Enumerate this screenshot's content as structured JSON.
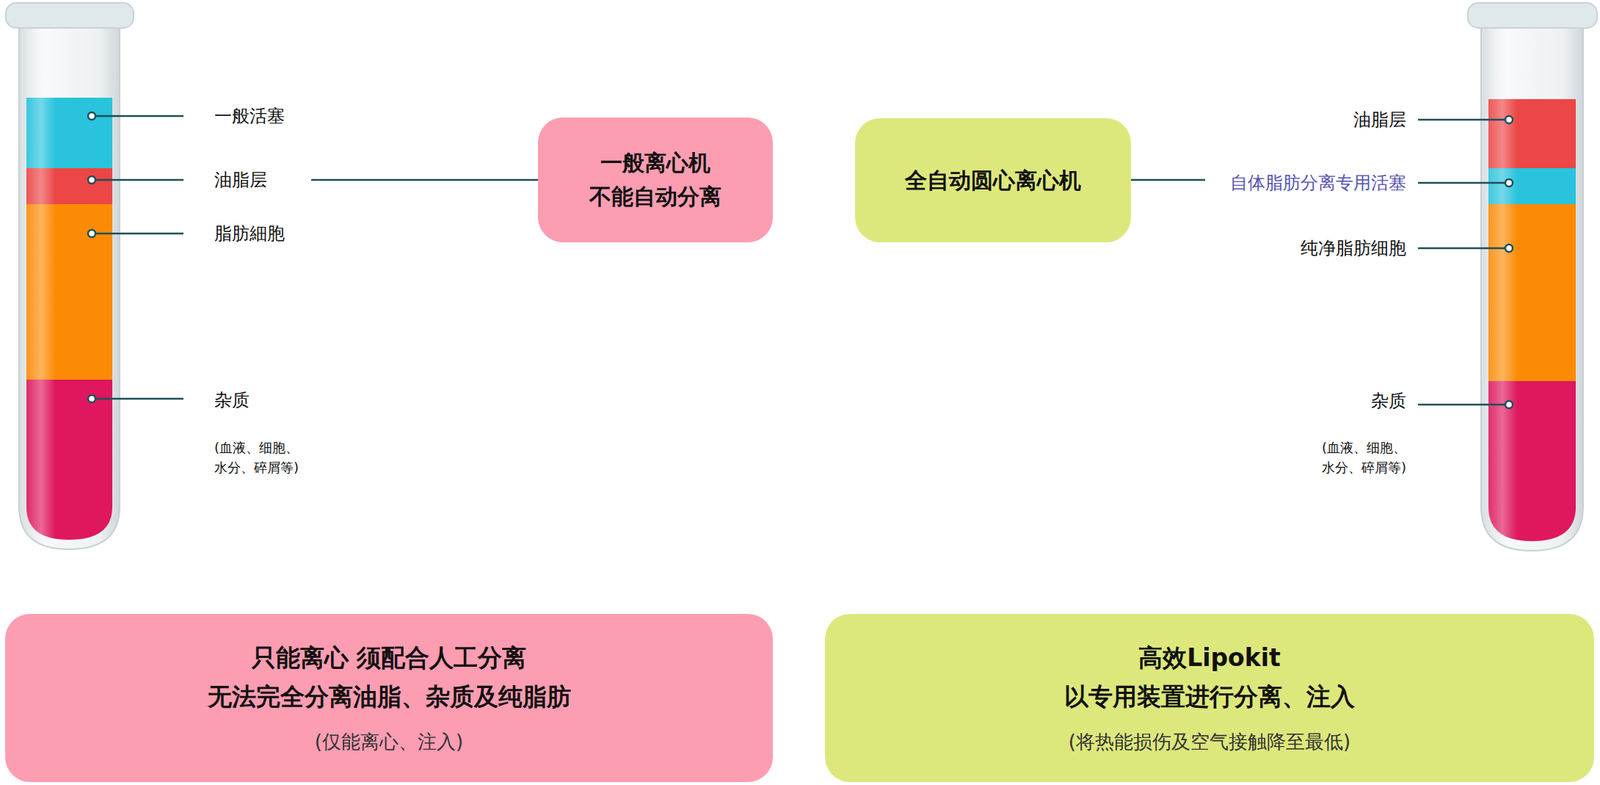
{
  "diagram": {
    "nodes": [
      {
        "text": [
          "一般离心机 不能自动分离"
        ]
      },
      {
        "text": [
          "全自动圆心离心机"
        ]
      },
      {
        "text": [
          "只能离心 须配合人工分离",
          "无法完全分离油脂、杂质及纯脂肪",
          "(仅能离心、注入)"
        ]
      },
      {
        "text": [
          "高效Lipokit",
          "以专用装置进行分离、注入",
          "(将热能损伤及空气接触降至最低)"
        ]
      }
    ],
    "labels": [
      "一般活塞",
      "油脂层",
      "脂肪細胞",
      "杂质",
      "(血液、细胞、 水分、碎屑等)",
      "油脂层",
      "自体脂肪分离专用活塞",
      "纯净脂肪细胞",
      "杂质",
      "(血液、细胞、 水分、碎屑等)"
    ]
  }
}
